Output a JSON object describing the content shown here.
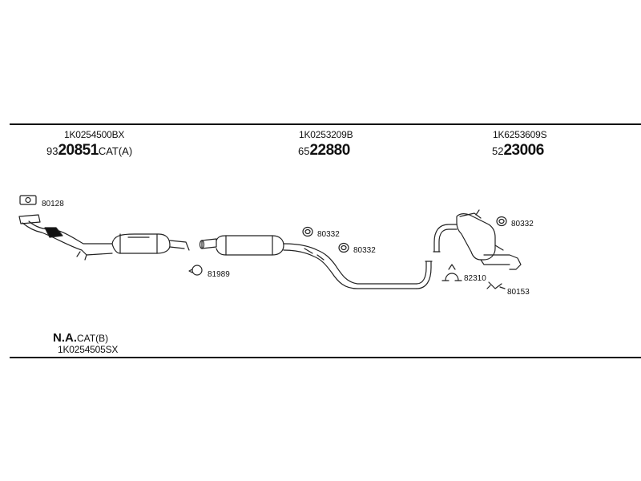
{
  "columns": [
    {
      "part_number": "1K0254500BX",
      "code_prefix": "93",
      "code_main": "20851",
      "code_suffix": "CAT(A)"
    },
    {
      "part_number": "1K0253209B",
      "code_prefix": "65",
      "code_main": "22880",
      "code_suffix": ""
    },
    {
      "part_number": "1K6253609S",
      "code_prefix": "52",
      "code_main": "23006",
      "code_suffix": ""
    }
  ],
  "part_labels": {
    "gasket_front": "80128",
    "clamp_front": "81989",
    "hanger_a": "80332",
    "hanger_b": "80332",
    "hanger_c": "80332",
    "clamp_rear": "82310",
    "bracket_rear": "80153"
  },
  "footer": {
    "na_bold": "N.A.",
    "na_suffix": "CAT(B)",
    "part_number": "1K0254505SX"
  }
}
